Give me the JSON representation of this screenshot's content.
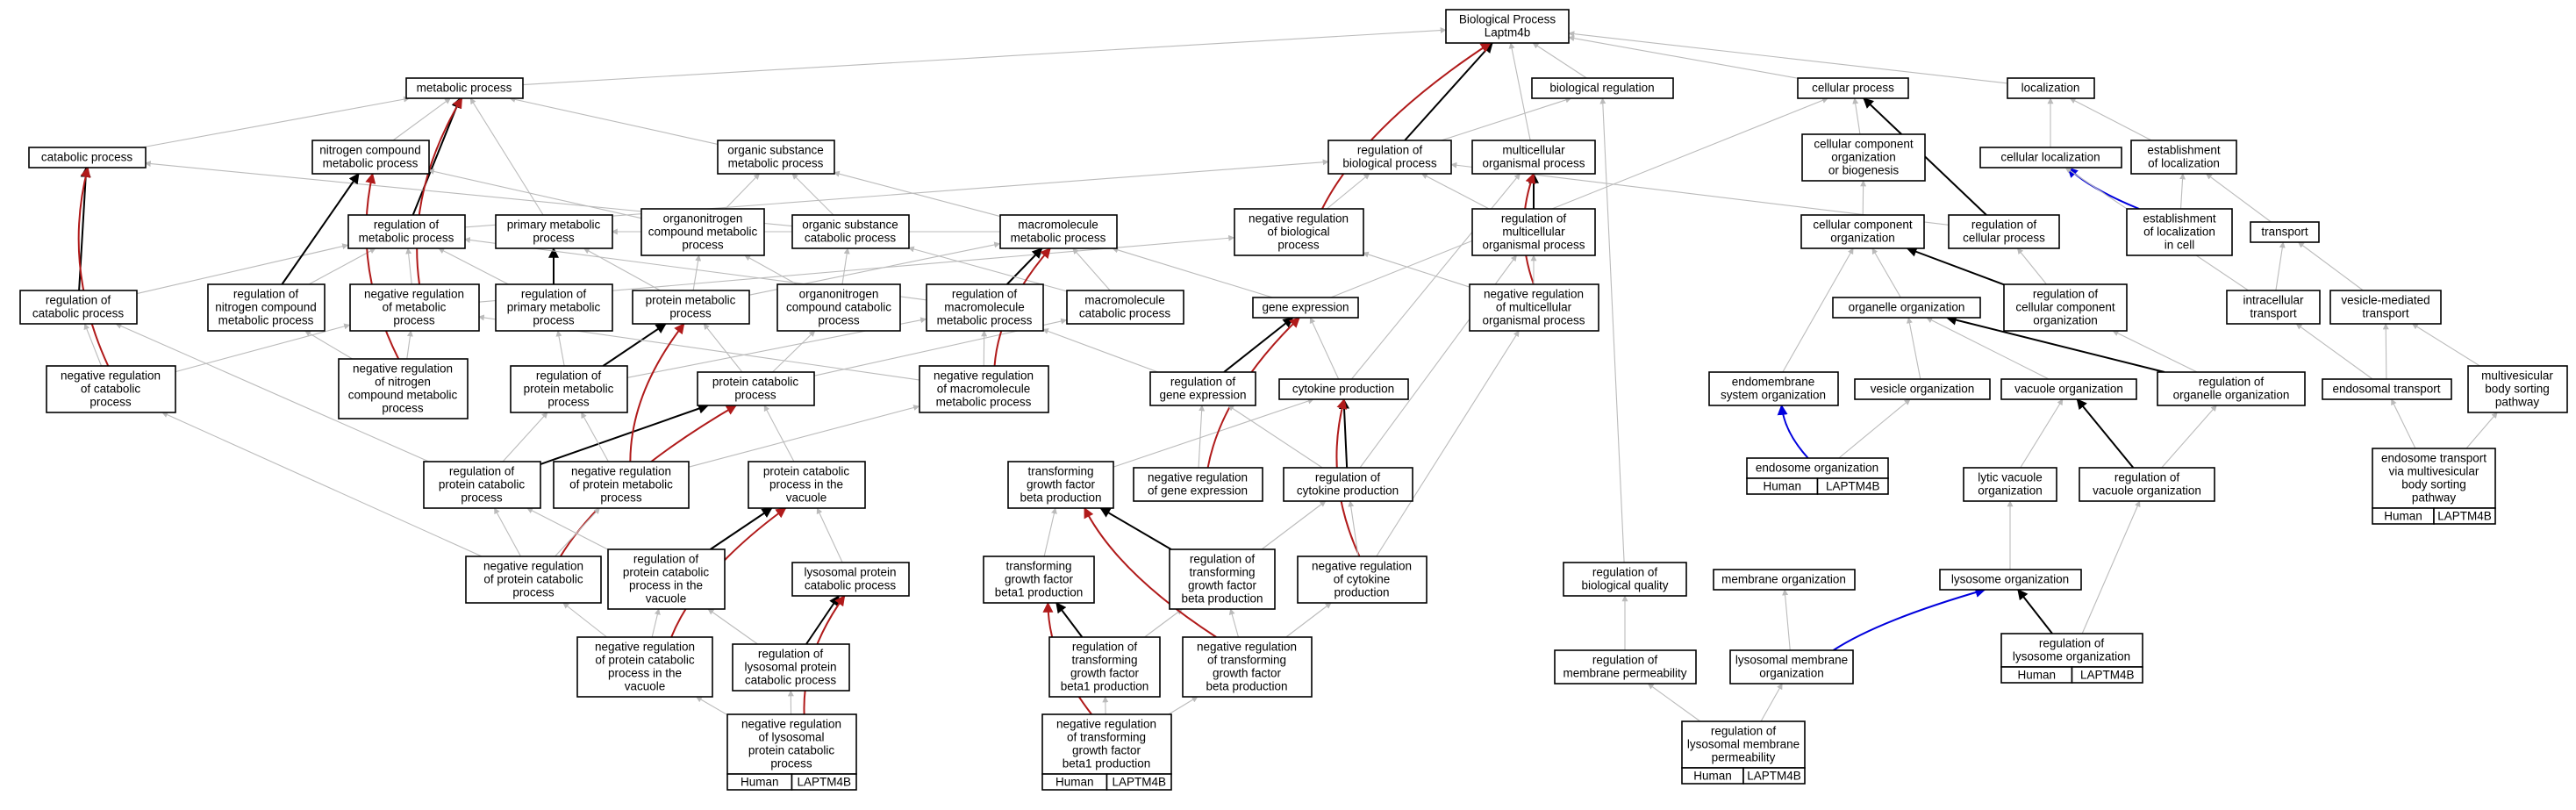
{
  "colors": {
    "is_a": "#bbbbbb",
    "part_of": "#000000",
    "regulates": "#000000",
    "negatively_regulates": "#b01a1a",
    "positively_related": "#0000dd",
    "annotation_fill": "#f26451"
  },
  "nodes": [
    {
      "id": "bp",
      "lines": [
        "Biological Process",
        "Laptm4b"
      ]
    },
    {
      "id": "metab",
      "lines": [
        "metabolic process"
      ]
    },
    {
      "id": "biolreg",
      "lines": [
        "biological regulation"
      ]
    },
    {
      "id": "cellproc",
      "lines": [
        "cellular process"
      ]
    },
    {
      "id": "local",
      "lines": [
        "localization"
      ]
    },
    {
      "id": "catab",
      "lines": [
        "catabolic process"
      ]
    },
    {
      "id": "nitro",
      "lines": [
        "nitrogen compound",
        "metabolic process"
      ]
    },
    {
      "id": "orgsub",
      "lines": [
        "organic substance",
        "metabolic process"
      ]
    },
    {
      "id": "regbio",
      "lines": [
        "regulation of",
        "biological process"
      ]
    },
    {
      "id": "multi",
      "lines": [
        "multicellular",
        "organismal process"
      ]
    },
    {
      "id": "ccob",
      "lines": [
        "cellular component",
        "organization",
        "or biogenesis"
      ]
    },
    {
      "id": "cellloc",
      "lines": [
        "cellular localization"
      ]
    },
    {
      "id": "estloc",
      "lines": [
        "establishment",
        "of localization"
      ]
    },
    {
      "id": "regmetab",
      "lines": [
        "regulation of",
        "metabolic process"
      ]
    },
    {
      "id": "primmetab",
      "lines": [
        "primary metabolic",
        "process"
      ]
    },
    {
      "id": "orgnitro",
      "lines": [
        "organonitrogen",
        "compound metabolic",
        "process"
      ]
    },
    {
      "id": "orgsubcat",
      "lines": [
        "organic substance",
        "catabolic process"
      ]
    },
    {
      "id": "macromet",
      "lines": [
        "macromolecule",
        "metabolic process"
      ]
    },
    {
      "id": "negregbio",
      "lines": [
        "negative regulation",
        "of biological",
        "process"
      ]
    },
    {
      "id": "regmulti",
      "lines": [
        "regulation of",
        "multicellular",
        "organismal process"
      ]
    },
    {
      "id": "cco",
      "lines": [
        "cellular component",
        "organization"
      ]
    },
    {
      "id": "regcell",
      "lines": [
        "regulation of",
        "cellular process"
      ]
    },
    {
      "id": "estcell",
      "lines": [
        "establishment",
        "of localization",
        "in cell"
      ]
    },
    {
      "id": "transport",
      "lines": [
        "transport"
      ]
    },
    {
      "id": "regcatab",
      "lines": [
        "regulation of",
        "catabolic process"
      ]
    },
    {
      "id": "regnitro",
      "lines": [
        "regulation of",
        "nitrogen compound",
        "metabolic process"
      ]
    },
    {
      "id": "negregmetab",
      "lines": [
        "negative regulation",
        "of metabolic",
        "process"
      ]
    },
    {
      "id": "regprim",
      "lines": [
        "regulation of",
        "primary metabolic",
        "process"
      ]
    },
    {
      "id": "protmetab",
      "lines": [
        "protein metabolic",
        "process"
      ]
    },
    {
      "id": "orgnitrocat",
      "lines": [
        "organonitrogen",
        "compound catabolic",
        "process"
      ]
    },
    {
      "id": "regmacro",
      "lines": [
        "regulation of",
        "macromolecule",
        "metabolic process"
      ]
    },
    {
      "id": "macrocat",
      "lines": [
        "macromolecule",
        "catabolic process"
      ]
    },
    {
      "id": "geneexp",
      "lines": [
        "gene expression"
      ]
    },
    {
      "id": "negregmulti",
      "lines": [
        "negative regulation",
        "of multicellular",
        "organismal process"
      ]
    },
    {
      "id": "orgorg",
      "lines": [
        "organelle organization"
      ]
    },
    {
      "id": "regcco",
      "lines": [
        "regulation of",
        "cellular component",
        "organization"
      ]
    },
    {
      "id": "intra",
      "lines": [
        "intracellular",
        "transport"
      ]
    },
    {
      "id": "vesmed",
      "lines": [
        "vesicle-mediated",
        "transport"
      ]
    },
    {
      "id": "negregcatab",
      "lines": [
        "negative regulation",
        "of catabolic",
        "process"
      ]
    },
    {
      "id": "negregnitro",
      "lines": [
        "negative regulation",
        "of nitrogen",
        "compound metabolic",
        "process"
      ]
    },
    {
      "id": "regprotmet",
      "lines": [
        "regulation of",
        "protein metabolic",
        "process"
      ]
    },
    {
      "id": "protcat",
      "lines": [
        "protein catabolic",
        "process"
      ]
    },
    {
      "id": "negregmacro",
      "lines": [
        "negative regulation",
        "of macromolecule",
        "metabolic process"
      ]
    },
    {
      "id": "reggeneexp",
      "lines": [
        "regulation of",
        "gene expression"
      ]
    },
    {
      "id": "cytprod",
      "lines": [
        "cytokine production"
      ]
    },
    {
      "id": "endomem",
      "lines": [
        "endomembrane",
        "system organization"
      ]
    },
    {
      "id": "vesorg",
      "lines": [
        "vesicle organization"
      ]
    },
    {
      "id": "vacorg",
      "lines": [
        "vacuole organization"
      ]
    },
    {
      "id": "regorg",
      "lines": [
        "regulation of",
        "organelle organization"
      ]
    },
    {
      "id": "endotrans",
      "lines": [
        "endosomal transport"
      ]
    },
    {
      "id": "mvb",
      "lines": [
        "multivesicular",
        "body sorting",
        "pathway"
      ]
    },
    {
      "id": "regprotcat",
      "lines": [
        "regulation of",
        "protein catabolic",
        "process"
      ]
    },
    {
      "id": "negregprotmet",
      "lines": [
        "negative regulation",
        "of protein metabolic",
        "process"
      ]
    },
    {
      "id": "protcatvac",
      "lines": [
        "protein catabolic",
        "process in the",
        "vacuole"
      ]
    },
    {
      "id": "tgfb",
      "lines": [
        "transforming",
        "growth factor",
        "beta production"
      ]
    },
    {
      "id": "negreggeneexp",
      "lines": [
        "negative regulation",
        "of gene expression"
      ]
    },
    {
      "id": "regcyt",
      "lines": [
        "regulation of",
        "cytokine production"
      ]
    },
    {
      "id": "endoorg",
      "lines": [
        "endosome organization"
      ],
      "badge": [
        "Human",
        "LAPTM4B"
      ]
    },
    {
      "id": "lytvac",
      "lines": [
        "lytic vacuole",
        "organization"
      ]
    },
    {
      "id": "regvac",
      "lines": [
        "regulation of",
        "vacuole organization"
      ]
    },
    {
      "id": "endomvb",
      "lines": [
        "endosome transport",
        "via multivesicular",
        "body sorting",
        "pathway"
      ],
      "badge": [
        "Human",
        "LAPTM4B"
      ]
    },
    {
      "id": "negregprotcat",
      "lines": [
        "negative regulation",
        "of protein catabolic",
        "process"
      ]
    },
    {
      "id": "regprotcatvac",
      "lines": [
        "regulation of",
        "protein catabolic",
        "process in the",
        "vacuole"
      ]
    },
    {
      "id": "lysprotcat",
      "lines": [
        "lysosomal protein",
        "catabolic process"
      ]
    },
    {
      "id": "tgfb1",
      "lines": [
        "transforming",
        "growth factor",
        "beta1 production"
      ]
    },
    {
      "id": "regtgfb",
      "lines": [
        "regulation of",
        "transforming",
        "growth factor",
        "beta production"
      ]
    },
    {
      "id": "negregcyt",
      "lines": [
        "negative regulation",
        "of cytokine",
        "production"
      ]
    },
    {
      "id": "memorg",
      "lines": [
        "membrane organization"
      ]
    },
    {
      "id": "lysorg",
      "lines": [
        "lysosome organization"
      ]
    },
    {
      "id": "regbioqual",
      "lines": [
        "regulation of",
        "biological quality"
      ]
    },
    {
      "id": "negregprotcatvac",
      "lines": [
        "negative regulation",
        "of protein catabolic",
        "process in the",
        "vacuole"
      ]
    },
    {
      "id": "reglysprotcat",
      "lines": [
        "regulation of",
        "lysosomal protein",
        "catabolic process"
      ]
    },
    {
      "id": "regtgfb1",
      "lines": [
        "regulation of",
        "transforming",
        "growth factor",
        "beta1 production"
      ]
    },
    {
      "id": "negregtgfb",
      "lines": [
        "negative regulation",
        "of transforming",
        "growth factor",
        "beta production"
      ]
    },
    {
      "id": "regmemperm",
      "lines": [
        "regulation of",
        "membrane permeability"
      ]
    },
    {
      "id": "lysmemorg",
      "lines": [
        "lysosomal membrane",
        "organization"
      ]
    },
    {
      "id": "reglysorg",
      "lines": [
        "regulation of",
        "lysosome organization"
      ],
      "badge": [
        "Human",
        "LAPTM4B"
      ]
    },
    {
      "id": "negreglysprotcat",
      "lines": [
        "negative regulation",
        "of lysosomal",
        "protein catabolic",
        "process"
      ],
      "badge": [
        "Human",
        "LAPTM4B"
      ]
    },
    {
      "id": "negregtgfb1",
      "lines": [
        "negative regulation",
        "of transforming",
        "growth factor",
        "beta1 production"
      ],
      "badge": [
        "Human",
        "LAPTM4B"
      ]
    },
    {
      "id": "reglysmemperm",
      "lines": [
        "regulation of",
        "lysosomal membrane",
        "permeability"
      ],
      "badge": [
        "Human",
        "LAPTM4B"
      ]
    }
  ]
}
